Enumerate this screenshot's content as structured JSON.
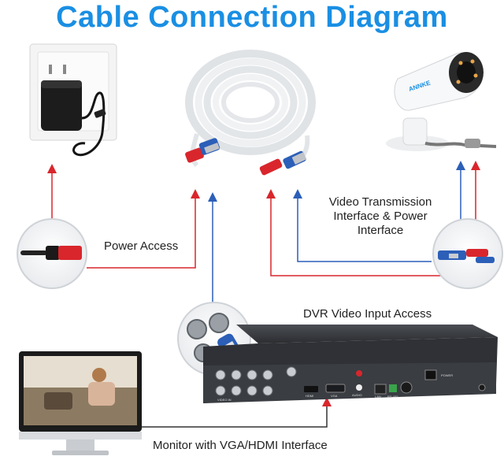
{
  "title": "Cable Connection Diagram",
  "labels": {
    "power_access": "Power Access",
    "video_transmission": "Video Transmission Interface & Power Interface",
    "dvr_input": "DVR Video Input Access",
    "monitor": "Monitor with VGA/HDMI Interface"
  },
  "camera_brand": "ANNKE",
  "dvr_port_labels": {
    "video_in": "VIDEO IN",
    "hdmi": "HDMI",
    "vga": "VGA",
    "audio": "AUDIO",
    "lan": "LAN",
    "rs485": "RS-485",
    "power": "POWER"
  },
  "colors": {
    "title": "#1a8fe3",
    "power_line": "#d9262c",
    "video_line": "#2c5fb8"
  },
  "icons": [
    "wall-socket-icon",
    "power-adapter-icon",
    "cable-coil-icon",
    "security-camera-icon",
    "dvr-recorder-icon",
    "monitor-icon"
  ]
}
